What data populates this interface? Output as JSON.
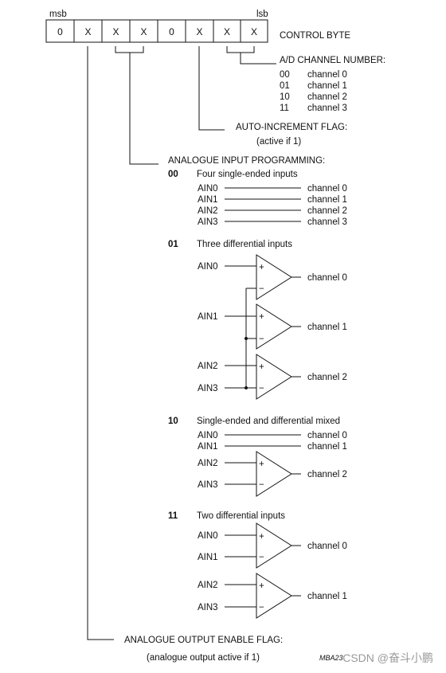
{
  "control_byte": {
    "msb_label": "msb",
    "lsb_label": "lsb",
    "bits": [
      "0",
      "X",
      "X",
      "X",
      "0",
      "X",
      "X",
      "X"
    ],
    "title": "CONTROL BYTE"
  },
  "ad_channel": {
    "title": "A/D CHANNEL NUMBER:",
    "rows": [
      {
        "code": "00",
        "label": "channel 0"
      },
      {
        "code": "01",
        "label": "channel 1"
      },
      {
        "code": "10",
        "label": "channel 2"
      },
      {
        "code": "11",
        "label": "channel 3"
      }
    ]
  },
  "auto_increment": {
    "title": "AUTO-INCREMENT FLAG:",
    "note": "(active if 1)"
  },
  "analogue_input": {
    "title": "ANALOGUE INPUT PROGRAMMING:",
    "mode00": {
      "code": "00",
      "desc": "Four single-ended inputs",
      "inputs": [
        "AIN0",
        "AIN1",
        "AIN2",
        "AIN3"
      ],
      "channels": [
        "channel 0",
        "channel 1",
        "channel 2",
        "channel 3"
      ]
    },
    "mode01": {
      "code": "01",
      "desc": "Three differential inputs",
      "inputs": [
        "AIN0",
        "AIN1",
        "AIN2",
        "AIN3"
      ],
      "channels": [
        "channel 0",
        "channel 1",
        "channel 2"
      ]
    },
    "mode10": {
      "code": "10",
      "desc": "Single-ended and differential mixed",
      "inputs": [
        "AIN0",
        "AIN1",
        "AIN2",
        "AIN3"
      ],
      "channels": [
        "channel 0",
        "channel 1",
        "channel 2"
      ]
    },
    "mode11": {
      "code": "11",
      "desc": "Two differential inputs",
      "inputs": [
        "AIN0",
        "AIN1",
        "AIN2",
        "AIN3"
      ],
      "channels": [
        "channel 0",
        "channel 1"
      ]
    },
    "plus_sign": "+",
    "minus_sign": "−"
  },
  "analogue_output": {
    "title": "ANALOGUE OUTPUT ENABLE FLAG:",
    "note": "(analogue output active if 1)"
  },
  "figure_code": "MBA23",
  "watermark": "CSDN @奋斗小鹏"
}
